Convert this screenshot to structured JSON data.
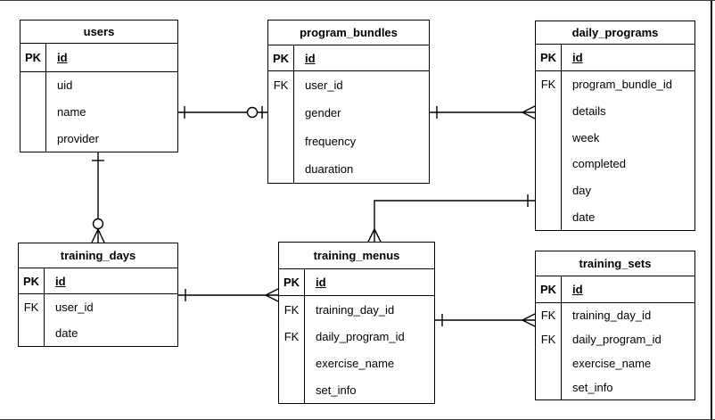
{
  "colors": {
    "line": "#000000",
    "background": "#ffffff",
    "text": "#000000",
    "frame": "#111111"
  },
  "tables": {
    "users": {
      "title": "users",
      "pk_label": "PK",
      "pk_field": "id",
      "rows": [
        {
          "key": "",
          "field": "uid"
        },
        {
          "key": "",
          "field": "name"
        },
        {
          "key": "",
          "field": "provider"
        }
      ]
    },
    "program_bundles": {
      "title": "program_bundles",
      "pk_label": "PK",
      "pk_field": "id",
      "rows": [
        {
          "key": "FK",
          "field": "user_id"
        },
        {
          "key": "",
          "field": "gender"
        },
        {
          "key": "",
          "field": "frequency"
        },
        {
          "key": "",
          "field": "duaration"
        }
      ]
    },
    "daily_programs": {
      "title": "daily_programs",
      "pk_label": "PK",
      "pk_field": "id",
      "rows": [
        {
          "key": "FK",
          "field": "program_bundle_id"
        },
        {
          "key": "",
          "field": "details"
        },
        {
          "key": "",
          "field": "week"
        },
        {
          "key": "",
          "field": "completed"
        },
        {
          "key": "",
          "field": "day"
        },
        {
          "key": "",
          "field": "date"
        }
      ]
    },
    "training_days": {
      "title": "training_days",
      "pk_label": "PK",
      "pk_field": "id",
      "rows": [
        {
          "key": "FK",
          "field": "user_id"
        },
        {
          "key": "",
          "field": "date"
        }
      ]
    },
    "training_menus": {
      "title": "training_menus",
      "pk_label": "PK",
      "pk_field": "id",
      "rows": [
        {
          "key": "FK",
          "field": "training_day_id"
        },
        {
          "key": "FK",
          "field": "daily_program_id"
        },
        {
          "key": "",
          "field": "exercise_name"
        },
        {
          "key": "",
          "field": "set_info"
        }
      ]
    },
    "training_sets": {
      "title": "training_sets",
      "pk_label": "PK",
      "pk_field": "id",
      "rows": [
        {
          "key": "FK",
          "field": "training_day_id"
        },
        {
          "key": "FK",
          "field": "daily_program_id"
        },
        {
          "key": "",
          "field": "exercise_name"
        },
        {
          "key": "",
          "field": "set_info"
        }
      ]
    }
  },
  "relationships": [
    {
      "from": "users",
      "to": "program_bundles",
      "from_cardinality": "one",
      "to_cardinality": "zero-or-one"
    },
    {
      "from": "program_bundles",
      "to": "daily_programs",
      "from_cardinality": "one",
      "to_cardinality": "many"
    },
    {
      "from": "users",
      "to": "training_days",
      "from_cardinality": "one",
      "to_cardinality": "zero-or-many"
    },
    {
      "from": "daily_programs",
      "to": "training_menus",
      "from_cardinality": "one",
      "to_cardinality": "many"
    },
    {
      "from": "training_days",
      "to": "training_menus",
      "from_cardinality": "one",
      "to_cardinality": "many"
    },
    {
      "from": "training_menus",
      "to": "training_sets",
      "from_cardinality": "one",
      "to_cardinality": "many"
    }
  ]
}
